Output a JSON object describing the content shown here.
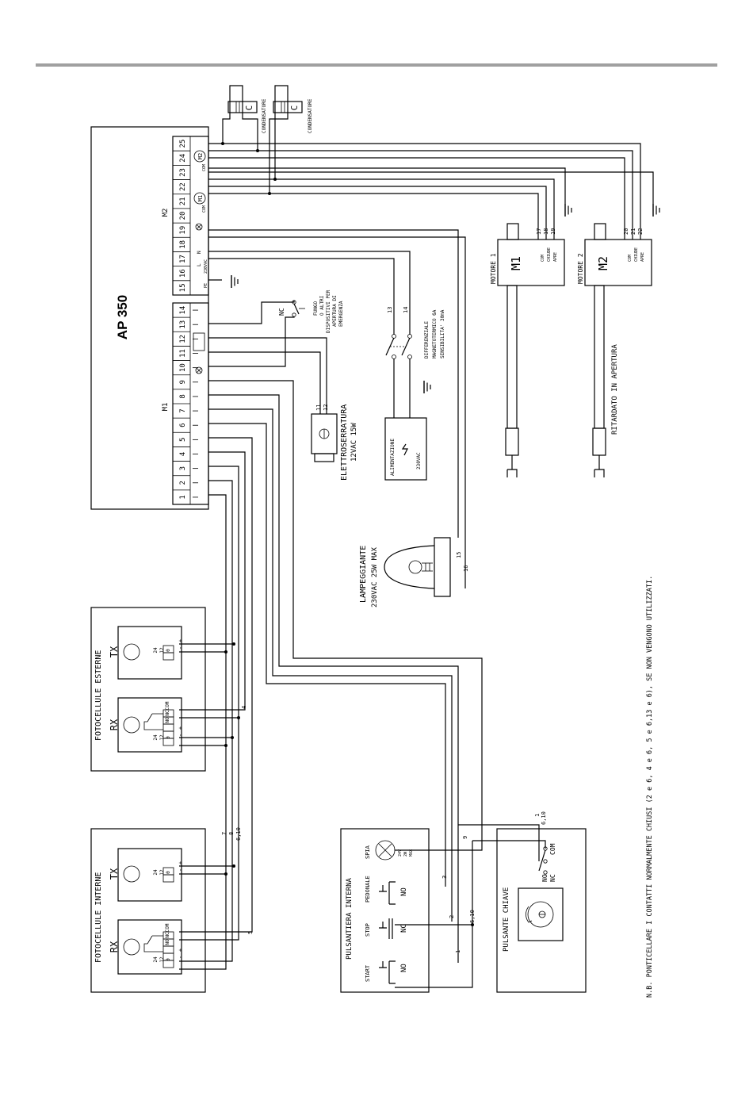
{
  "controller": {
    "name": "AP 350",
    "block_m1": "M1",
    "block_m2": "M2"
  },
  "terminals_m1": [
    "1",
    "2",
    "3",
    "4",
    "5",
    "6",
    "7",
    "8",
    "9",
    "10",
    "11",
    "12",
    "13",
    "14"
  ],
  "terminals_m2": [
    "15",
    "16",
    "17",
    "18",
    "19",
    "20",
    "21",
    "22",
    "23",
    "24",
    "25"
  ],
  "m2_labels": {
    "pe": "PE",
    "vac": "230VAC",
    "l": "L",
    "n": "N",
    "com": "COM",
    "m1": "M1",
    "m2": "M2"
  },
  "capacitor": {
    "letter": "C",
    "label": "CONDENSATORE"
  },
  "motor1": {
    "title": "MOTORE 1",
    "label": "M1",
    "terms": [
      "COM",
      "CHIUDE",
      "APRE"
    ],
    "nums": [
      "17",
      "18",
      "19"
    ]
  },
  "motor2": {
    "title": "MOTORE 2",
    "label": "M2",
    "terms": [
      "COM",
      "CHIUDE",
      "APRE"
    ],
    "nums": [
      "20",
      "21",
      "22"
    ],
    "note": "RITARDATO IN APERTURA"
  },
  "differential": {
    "nums": [
      "13",
      "14"
    ],
    "lines": [
      "DIFFERENZIALE",
      "MAGNETOTERMICO 6A",
      "SENSIBILITA' 30mA"
    ]
  },
  "power_supply": {
    "title": "ALIMENTAZIONE",
    "vac": "230VAC"
  },
  "emergency": {
    "nc": "NC",
    "lines": [
      "FUNGO",
      "O ALTRI",
      "DISPOSITIVI PER",
      "APERTURA DI",
      "EMERGENZA"
    ]
  },
  "lock": {
    "title": "ELETTROSERRATURA",
    "spec": "12VAC 15W",
    "nums": [
      "11",
      "12"
    ]
  },
  "lamp": {
    "title": "LAMPEGGIANTE",
    "spec": "230VAC 25W MAX",
    "nums": [
      "15",
      "16"
    ]
  },
  "photocells_ext": {
    "title": "FOTOCELLULE ESTERNE"
  },
  "photocells_int": {
    "title": "FOTOCELLULE INTERNE"
  },
  "photocell": {
    "tx": "TX",
    "rx": "RX",
    "pwr": [
      "24",
      "12",
      "0"
    ],
    "pwr_pm": [
      "-",
      "+"
    ],
    "contacts": [
      "NO",
      "NC",
      "COM"
    ]
  },
  "wire_numbers_vertical": [
    "7",
    "8",
    "6,10",
    "4",
    "5"
  ],
  "push_panel": {
    "title": "PULSANTIERA INTERNA",
    "buttons": [
      {
        "label": "START",
        "contact": "NO",
        "wire": "1"
      },
      {
        "label": "STOP",
        "contact": "NC",
        "wire": "2",
        "wire_b": "6,10"
      },
      {
        "label": "PEDONALE",
        "contact": "NO",
        "wire": "3"
      }
    ],
    "spia": {
      "label": "SPIA",
      "spec": [
        "24V",
        "2W",
        "MAX"
      ],
      "wire": "9"
    }
  },
  "key_switch": {
    "title": "PULSANTE CHIAVE",
    "no": "NO",
    "nc": "NC",
    "com": "COM",
    "wire_a": "1",
    "wire_b": "6,10"
  },
  "note": "N.B. PONTICELLARE I CONTATTI NORMALMENTE CHIUSI (2 e 6, 4 e 6, 5 e 6,13 e 6), SE NON VENGONO UTILIZZATI."
}
